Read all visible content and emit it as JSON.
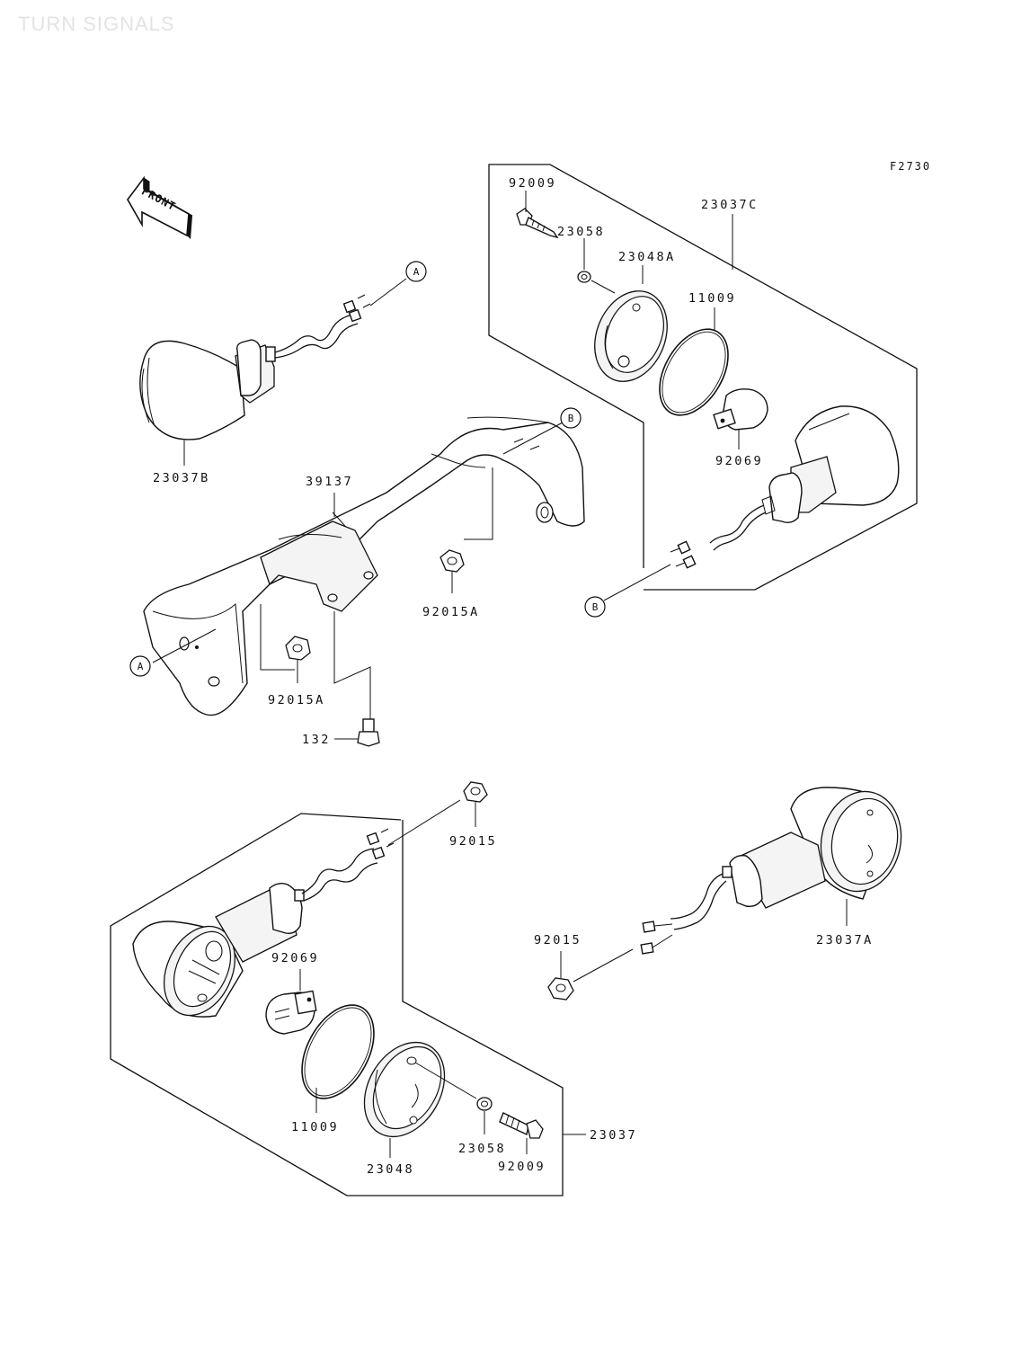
{
  "watermark": "TURN SIGNALS",
  "figure_code": "F2730",
  "front_arrow_label": "FRONT",
  "callouts": {
    "a": "A",
    "b": "B"
  },
  "parts": {
    "p23037B": "23037B",
    "p39137": "39137",
    "p92015A_right": "92015A",
    "p92015A_left": "92015A",
    "p132": "132",
    "p92009_top": "92009",
    "p23058_top": "23058",
    "p23048A": "23048A",
    "p23037C": "23037C",
    "p11009_top": "11009",
    "p92069_top": "92069",
    "p92015_top": "92015",
    "p92015_mid": "92015",
    "p23037A": "23037A",
    "p92069_bottom": "92069",
    "p11009_bottom": "11009",
    "p23048": "23048",
    "p23058_bottom": "23058",
    "p92009_bottom": "92009",
    "p23037": "23037"
  }
}
